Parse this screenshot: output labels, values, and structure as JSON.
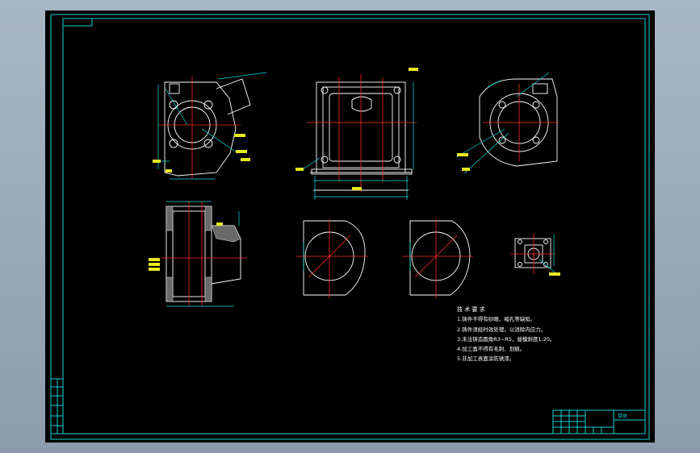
{
  "drawing": {
    "colors": {
      "background": "#000000",
      "border": "#00d2d2",
      "outline": "#ffffff",
      "centerline": "#ff2a2a",
      "dimension": "#00e0e0",
      "label_bg": "#e8e820"
    },
    "notes": {
      "heading": "技 术 要 求",
      "lines": [
        "1.铸件不得有砂眼、缩孔等缺陷。",
        "2.铸件须经时效处理，以消除内应力。",
        "3.未注铸造圆角R3~R5，拔模斜度1:20。",
        "4.加工面不得有毛刺、划痕。",
        "5.非加工表面涂防锈漆。"
      ]
    },
    "title_block": {
      "name": "泵体"
    }
  }
}
